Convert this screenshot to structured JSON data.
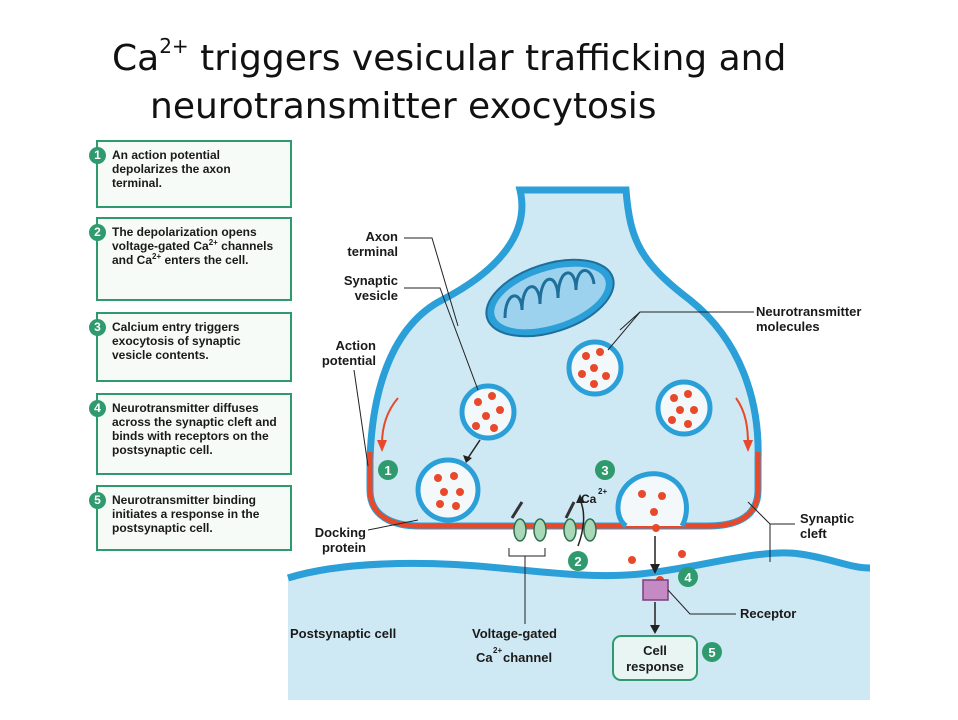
{
  "title": {
    "prefix": "Ca",
    "superscript": "2+",
    "line1_rest": " triggers vesicular trafficking and",
    "line2": "neurotransmitter exocytosis"
  },
  "steps": [
    {
      "num": "1",
      "text": "An action potential depolarizes the axon terminal."
    },
    {
      "num": "2",
      "text_a": "The depolarization opens voltage-gated Ca",
      "sup_a": "2+",
      "text_b": " channels and Ca",
      "sup_b": "2+",
      "text_c": " enters the cell."
    },
    {
      "num": "3",
      "text": "Calcium entry triggers exocytosis of synaptic vesicle contents."
    },
    {
      "num": "4",
      "text": "Neurotransmitter diffuses across the synaptic cleft and binds with receptors on the postsynaptic cell."
    },
    {
      "num": "5",
      "text": "Neurotransmitter binding initiates a response in the postsynaptic cell."
    }
  ],
  "labels": {
    "axon_terminal_1": "Axon",
    "axon_terminal_2": "terminal",
    "synaptic_vesicle_1": "Synaptic",
    "synaptic_vesicle_2": "vesicle",
    "action_potential_1": "Action",
    "action_potential_2": "potential",
    "docking_protein_1": "Docking",
    "docking_protein_2": "protein",
    "neurotransmitter_1": "Neurotransmitter",
    "neurotransmitter_2": "molecules",
    "synaptic_cleft_1": "Synaptic",
    "synaptic_cleft_2": "cleft",
    "receptor": "Receptor",
    "postsynaptic_cell": "Postsynaptic cell",
    "vg_channel_1": "Voltage-gated",
    "vg_channel_2a": "Ca",
    "vg_channel_2sup": "2+",
    "vg_channel_2b": " channel",
    "ca_label": "Ca",
    "ca_sup": "2+",
    "cell_response_1": "Cell",
    "cell_response_2": "response",
    "marker_1": "1",
    "marker_2": "2",
    "marker_3": "3",
    "marker_4": "4",
    "marker_5": "5"
  },
  "colors": {
    "membrane": "#2b9fd8",
    "cytoplasm": "#cfe9f4",
    "neurotransmitter": "#e8492b",
    "accent_green": "#2f9a6e",
    "receptor": "#c48ac4"
  }
}
